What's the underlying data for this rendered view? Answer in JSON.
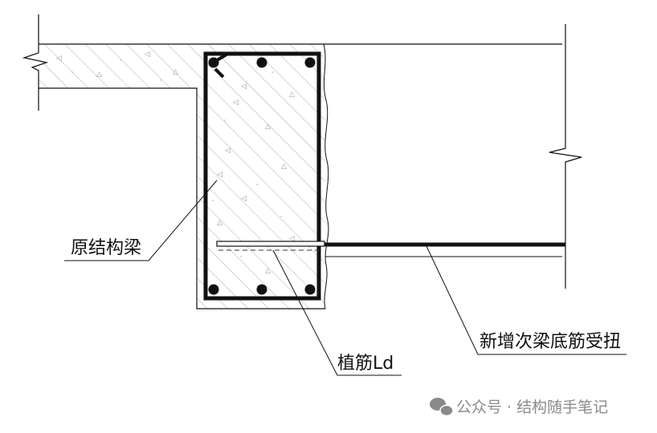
{
  "labels": {
    "original_beam": "原结构梁",
    "planted_rebar": "植筋Ld",
    "new_beam_torsion": "新增次梁底筋受扭"
  },
  "watermark": {
    "text": "公众号 · 结构随手笔记",
    "icon": "wechat-icon"
  },
  "colors": {
    "line": "#111111",
    "watermark": "#8a8a8a"
  }
}
